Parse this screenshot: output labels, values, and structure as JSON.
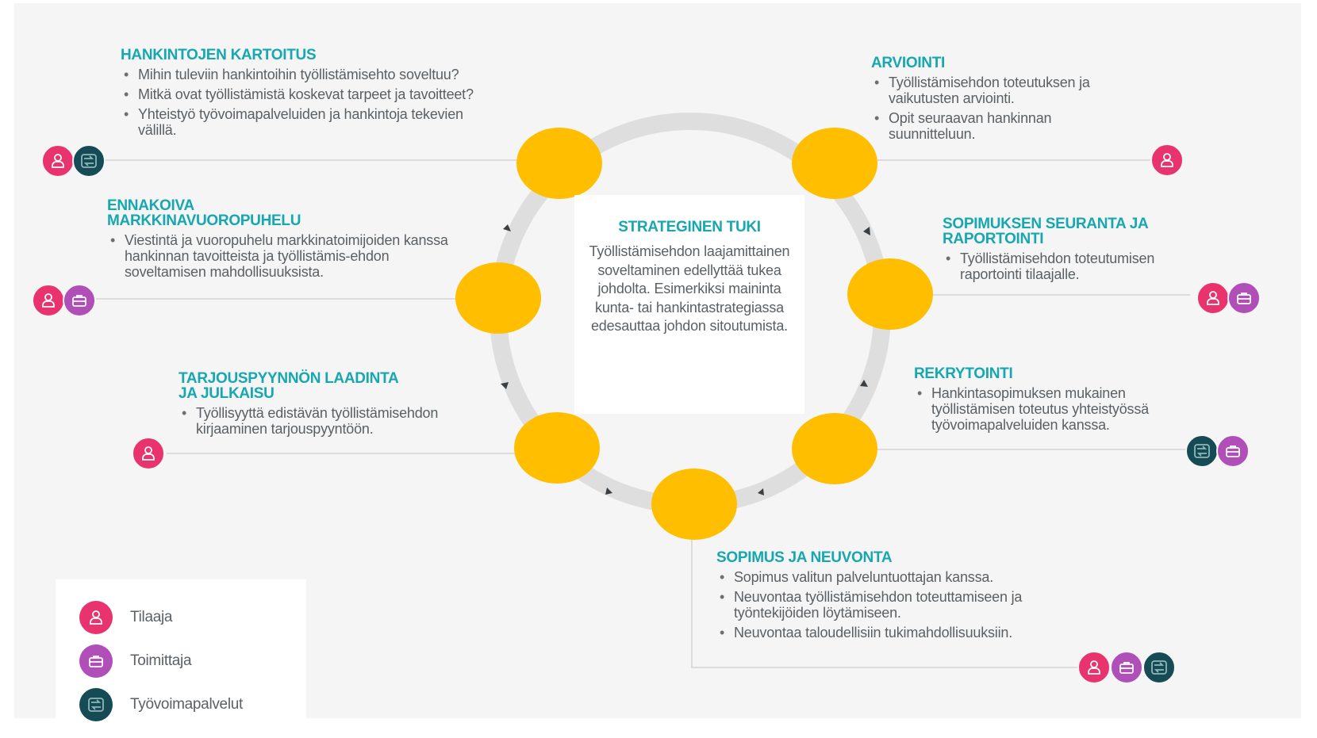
{
  "center": {
    "title": "STRATEGINEN TUKI",
    "text": "Työllistämisehdon laajamittainen soveltaminen edellyttää tukea johdolta. Esimerkiksi maininta kunta- tai hankintastrategiassa edesauttaa johdon sitoutumista."
  },
  "sections": {
    "kartoitus": {
      "title": "HANKINTOJEN KARTOITUS",
      "bullets": [
        "Mihin tuleviin hankintoihin työllistämisehto soveltuu?",
        "Mitkä ovat työllistämistä koskevat tarpeet ja tavoitteet?",
        "Yhteistyö työvoimapalveluiden ja hankintoja tekevien välillä."
      ]
    },
    "ennakoiva": {
      "title": "ENNAKOIVA\nMARKKINAVUOROPUHELU",
      "bullets": [
        "Viestintä ja vuoropuhelu markkinatoimijoiden kanssa hankinnan tavoitteista ja työllistämis-ehdon soveltamisen mahdollisuuksista."
      ]
    },
    "tarjous": {
      "title": "TARJOUSPYYNNÖN LAADINTA\nJA JULKAISU",
      "bullets": [
        "Työllisyyttä edistävän työllistämisehdon kirjaaminen tarjouspyyntöön."
      ]
    },
    "arviointi": {
      "title": "ARVIOINTI",
      "bullets": [
        "Työllistämisehdon toteutuksen ja vaikutusten arviointi.",
        "Opit seuraavan hankinnan suunnitteluun."
      ]
    },
    "seuranta": {
      "title": "SOPIMUKSEN SEURANTA JA\nRAPORTOINTI",
      "bullets": [
        "Työllistämisehdon toteutumisen raportointi tilaajalle."
      ]
    },
    "rekrytointi": {
      "title": "REKRYTOINTI",
      "bullets": [
        "Hankintasopimuksen mukainen työllistämisen toteutus yhteistyössä työvoimapalveluiden kanssa."
      ]
    },
    "sopimus": {
      "title": "SOPIMUS JA NEUVONTA",
      "bullets": [
        "Sopimus valitun palveluntuottajan kanssa.",
        "Neuvontaa työllistämisehdon toteuttamiseen ja työntekijöiden löytämiseen.",
        "Neuvontaa taloudellisiin tukimahdollisuuksiin."
      ]
    }
  },
  "legend": [
    {
      "label": "Tilaaja",
      "icon": "person-icon",
      "color": "#e8336f"
    },
    {
      "label": "Toimittaja",
      "icon": "briefcase-icon",
      "color": "#b04fb8"
    },
    {
      "label": "Työvoimapalvelut",
      "icon": "exchange-icon",
      "color": "#154b55"
    }
  ],
  "colors": {
    "teal_title": "#16a7b0",
    "node_yellow": "#ffbf00",
    "ring": "#dedede",
    "tilaaja": "#e8336f",
    "toimittaja": "#b04fb8",
    "tyovoimapalvelut": "#154b55"
  }
}
